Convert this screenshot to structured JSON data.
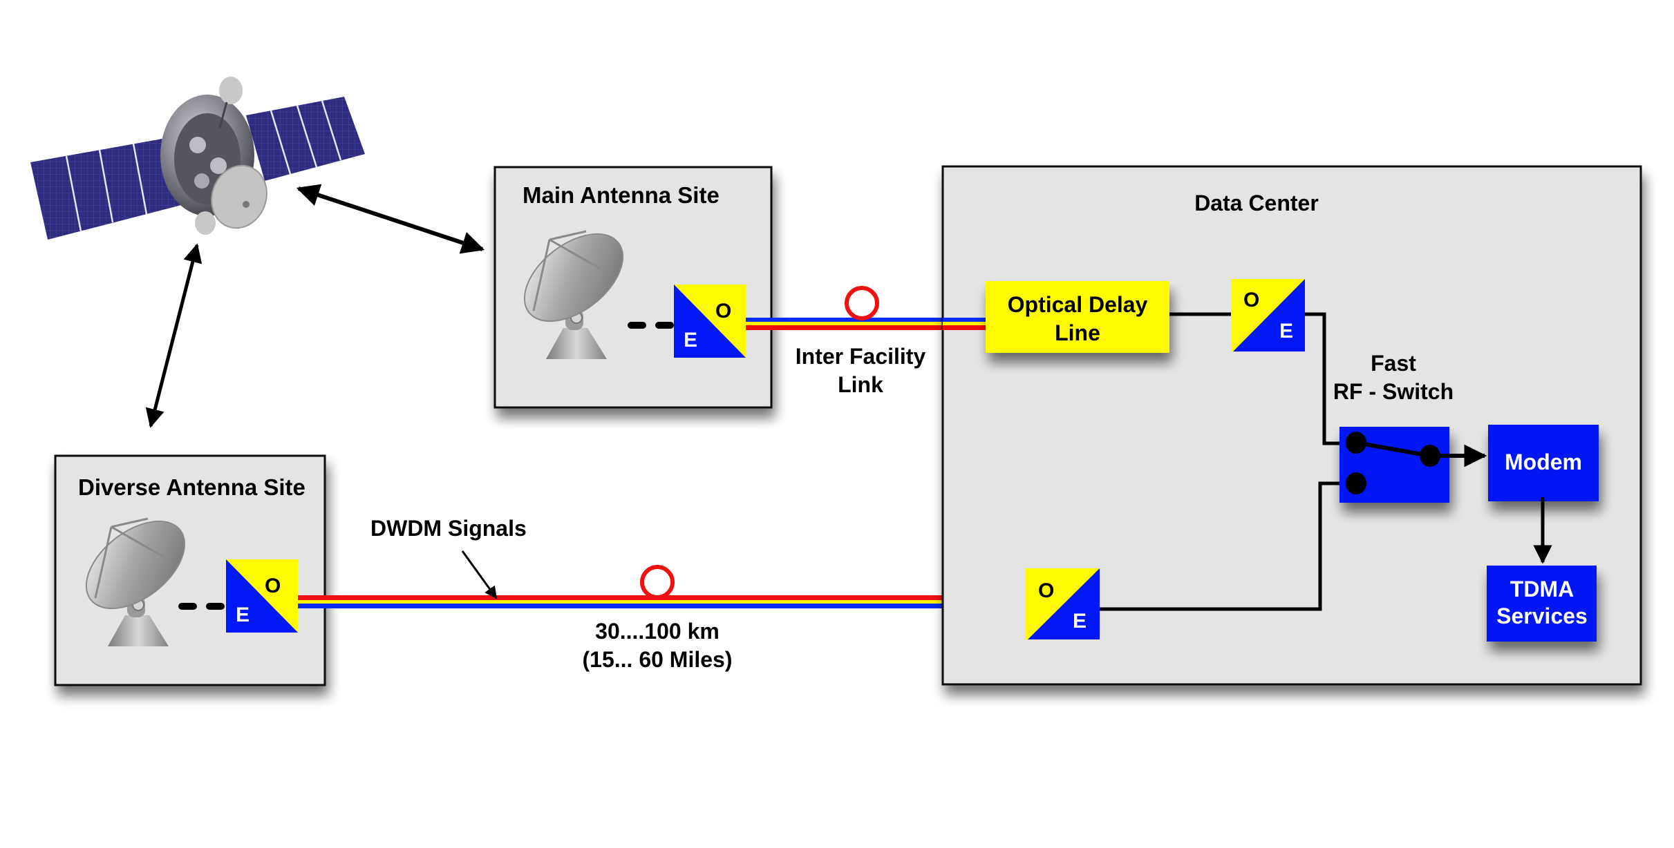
{
  "colors": {
    "site_fill": "#e4e4e4",
    "site_border": "#111111",
    "oe_yellow": "#fffa00",
    "oe_blue": "#0018f5",
    "fiber_red": "#f20d0d",
    "fiber_yellow": "#fff200",
    "fiber_blue": "#0a2cf0",
    "loop_red": "#f01010",
    "device_blue": "#0018f5",
    "delay_yellow": "#fffa00",
    "panel_blue": "#2d2a7a",
    "wire": "#000000"
  },
  "satellite": {
    "icon": "satellite-icon"
  },
  "main_site": {
    "title": "Main Antenna Site",
    "antenna_icon": "satellite-dish-icon",
    "converter": {
      "optical_label": "O",
      "electrical_label": "E"
    }
  },
  "diverse_site": {
    "title": "Diverse Antenna Site",
    "antenna_icon": "satellite-dish-icon",
    "converter": {
      "optical_label": "O",
      "electrical_label": "E"
    }
  },
  "inter_facility_link": {
    "label_line1": "Inter Facility",
    "label_line2": "Link",
    "fiber_order": [
      "blue",
      "yellow",
      "red"
    ]
  },
  "dwdm_link": {
    "label": "DWDM Signals",
    "distance_km": "30....100 km",
    "distance_miles": "(15... 60 Miles)",
    "fiber_order": [
      "red",
      "yellow",
      "blue"
    ]
  },
  "data_center": {
    "title": "Data Center",
    "optical_delay_line": {
      "line1": "Optical Delay",
      "line2": "Line"
    },
    "converter_upper": {
      "optical_label": "O",
      "electrical_label": "E"
    },
    "converter_lower": {
      "optical_label": "O",
      "electrical_label": "E"
    },
    "rf_switch": {
      "line1": "Fast",
      "line2": "RF - Switch"
    },
    "modem": {
      "label": "Modem"
    },
    "tdma": {
      "line1": "TDMA",
      "line2": "Services"
    }
  }
}
